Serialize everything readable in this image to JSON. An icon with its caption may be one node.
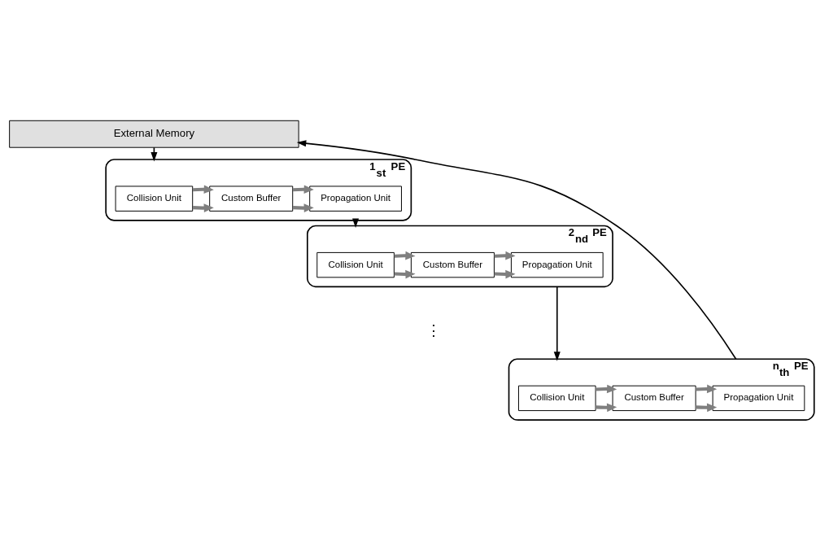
{
  "diagram": {
    "nodes": [
      {
        "text": [
          "External Memory"
        ]
      },
      {
        "text": [],
        "shape": "box",
        "beside": [
          "1$_{st}$ PE"
        ]
      },
      {
        "text": [
          "Collision Unit"
        ],
        "in": 1
      },
      {
        "text": [
          "Custom Buffer"
        ],
        "in": 1
      },
      {
        "text": [
          "Propagation Unit"
        ],
        "in": 1
      },
      {
        "text": [],
        "shape": "box",
        "beside": [
          "2$_{nd}$ PE"
        ]
      },
      {
        "text": [
          "Collision Unit"
        ],
        "in": 5
      },
      {
        "text": [
          "Custom Buffer"
        ],
        "in": 5
      },
      {
        "text": [
          "Propagation Unit"
        ],
        "in": 5
      },
      {
        "text": [],
        "shape": "box",
        "beside": [
          "n$_{th}$ PE"
        ]
      },
      {
        "text": [
          "Collision Unit"
        ],
        "in": 9
      },
      {
        "text": [
          "Custom Buffer"
        ],
        "in": 9
      },
      {
        "text": [
          "Propagation Unit"
        ],
        "in": 9
      }
    ],
    "edges": [
      {
        "from": 0,
        "to": 1,
        "arrow": "to",
        "color": "#000000"
      },
      {
        "from": 2,
        "to": 3,
        "arrow": "to"
      },
      {
        "from": 2,
        "to": 3,
        "arrow": "to"
      },
      {
        "from": 3,
        "to": 4,
        "arrow": "to"
      },
      {
        "from": 3,
        "to": 4,
        "arrow": "to"
      },
      {
        "from": 1,
        "to": 5,
        "arrow": "to",
        "color": "#000000"
      },
      {
        "from": 6,
        "to": 7,
        "arrow": "to"
      },
      {
        "from": 6,
        "to": 7,
        "arrow": "to"
      },
      {
        "from": 7,
        "to": 8,
        "arrow": "to"
      },
      {
        "from": 7,
        "to": 8,
        "arrow": "to"
      },
      {
        "from": 5,
        "to": 9,
        "arrow": "to",
        "color": "#000000"
      },
      {
        "from": 10,
        "to": 11,
        "arrow": "to"
      },
      {
        "from": 10,
        "to": 11,
        "arrow": "to"
      },
      {
        "from": 11,
        "to": 12,
        "arrow": "to"
      },
      {
        "from": 11,
        "to": 12,
        "arrow": "to"
      },
      {
        "from": 9,
        "to": 0,
        "arrow": "to",
        "color": "#000000"
      }
    ],
    "labels": [
      "⋮"
    ]
  }
}
